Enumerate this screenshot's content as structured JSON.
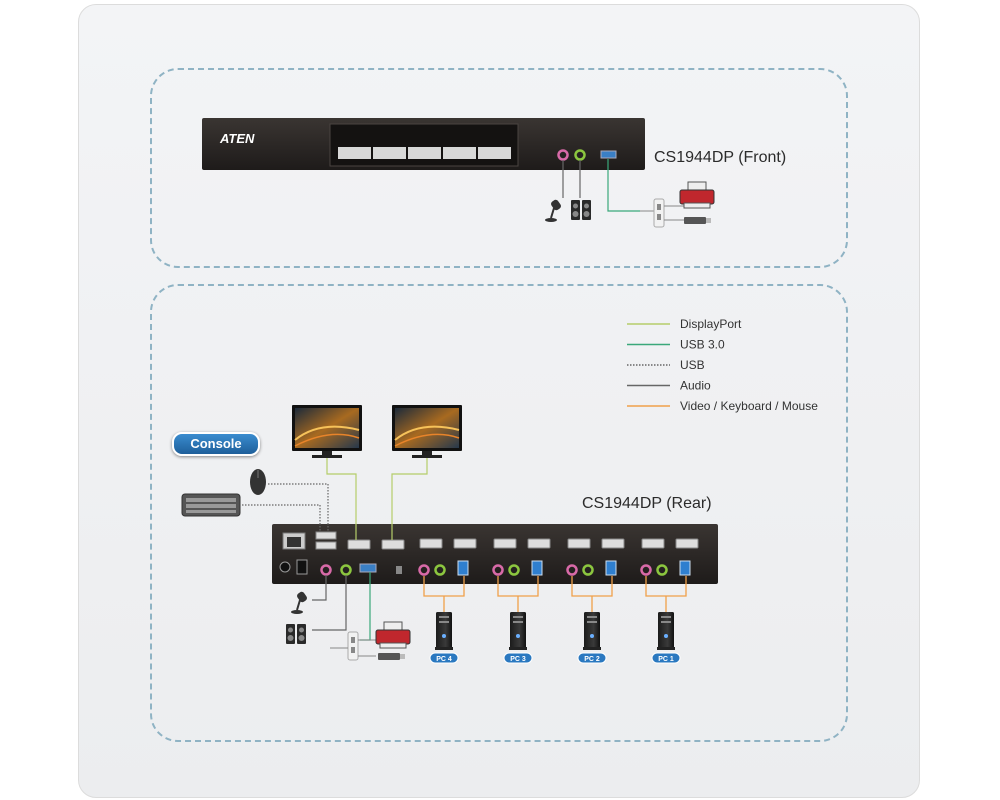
{
  "front": {
    "brand": "ATEN",
    "title": "CS1944DP (Front)"
  },
  "rear": {
    "title": "CS1944DP (Rear)",
    "console_badge": "Console",
    "pc_labels": [
      "PC 4",
      "PC 3",
      "PC 2",
      "PC 1"
    ]
  },
  "legend": [
    {
      "label": "DisplayPort",
      "color": "#b5cd6a",
      "style": "solid"
    },
    {
      "label": "USB 3.0",
      "color": "#3aa87a",
      "style": "solid"
    },
    {
      "label": "USB",
      "color": "#666666",
      "style": "dotted"
    },
    {
      "label": "Audio",
      "color": "#666666",
      "style": "solid"
    },
    {
      "label": "Video / Keyboard / Mouse",
      "color": "#f0a04a",
      "style": "solid"
    }
  ],
  "colors": {
    "panel_border": "#8fb3c4",
    "device_body": "#2a2624",
    "port_blue": "#2f7fcf",
    "jack_pink": "#d86aa8",
    "jack_green": "#8cc63f"
  },
  "icons": [
    "microphone-icon",
    "speakers-icon",
    "printer-icon",
    "usb-hub-icon",
    "mouse-icon",
    "keyboard-icon",
    "monitor-icon",
    "pc-tower-icon"
  ]
}
